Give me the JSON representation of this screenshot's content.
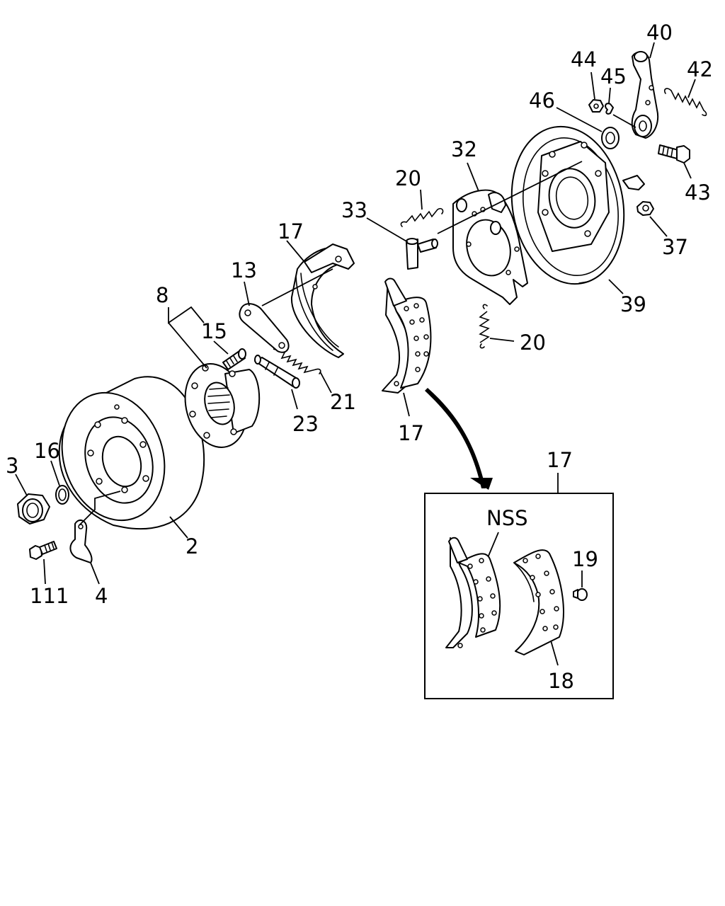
{
  "callouts": {
    "c3": "3",
    "c16": "16",
    "c111": "111",
    "c4": "4",
    "c2": "2",
    "c8": "8",
    "c15": "15",
    "c13": "13",
    "c17_upper": "17",
    "c23": "23",
    "c21": "21",
    "c33": "33",
    "c20_top": "20",
    "c17_lower": "17",
    "c20_mid": "20",
    "c32": "32",
    "c39": "39",
    "c37": "37",
    "c43": "43",
    "c46": "46",
    "c44": "44",
    "c45": "45",
    "c40": "40",
    "c42": "42"
  },
  "detail": {
    "callout": "17",
    "nss_label": "NSS",
    "c19": "19",
    "c18": "18"
  },
  "colors": {
    "line": "#000000",
    "background": "#ffffff"
  }
}
